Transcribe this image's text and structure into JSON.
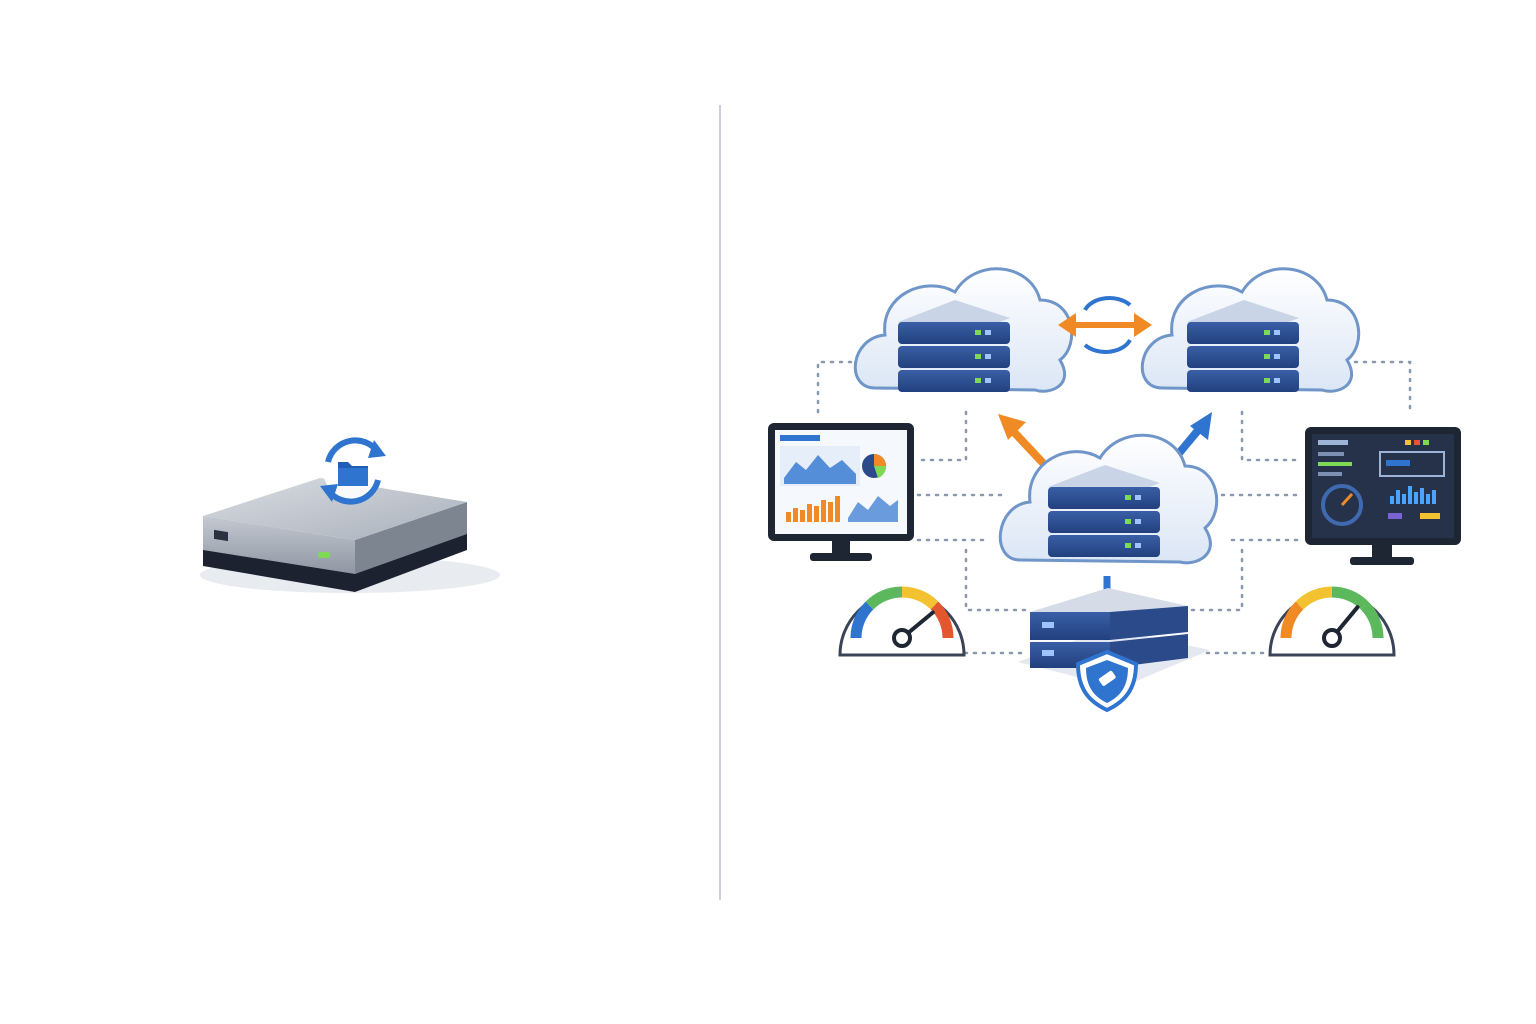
{
  "colors": {
    "background": "#ffffff",
    "divider": "#c9ced8",
    "server_blue": "#2a4a8a",
    "server_dark": "#1e3566",
    "cloud_fill": "#eef3fb",
    "cloud_stroke": "#6f95c9",
    "accent_orange": "#f08a24",
    "accent_blue": "#2f74cf",
    "led_green": "#7ed957",
    "connector": "#8a98ad",
    "monitor_frame": "#1f2633",
    "gauge_green": "#5cb85c",
    "gauge_yellow": "#f2c230",
    "gauge_red": "#e4572e"
  },
  "left_panel": {
    "device": "nas-drive",
    "icons": [
      "sync-icon",
      "folder-icon",
      "power-led-icon"
    ]
  },
  "right_panel": {
    "nodes": [
      "cloud-server-left",
      "cloud-server-right",
      "cloud-server-center",
      "local-server-bottom"
    ],
    "monitors": [
      "analytics-dashboard-monitor",
      "dark-dashboard-monitor"
    ],
    "gauges": [
      "gauge-left",
      "gauge-right"
    ],
    "icons": [
      "bidirectional-sync-icon",
      "upload-arrow-icon",
      "download-arrow-icon",
      "shield-icon"
    ],
    "gauge_levels": [
      0.78,
      0.72
    ]
  }
}
